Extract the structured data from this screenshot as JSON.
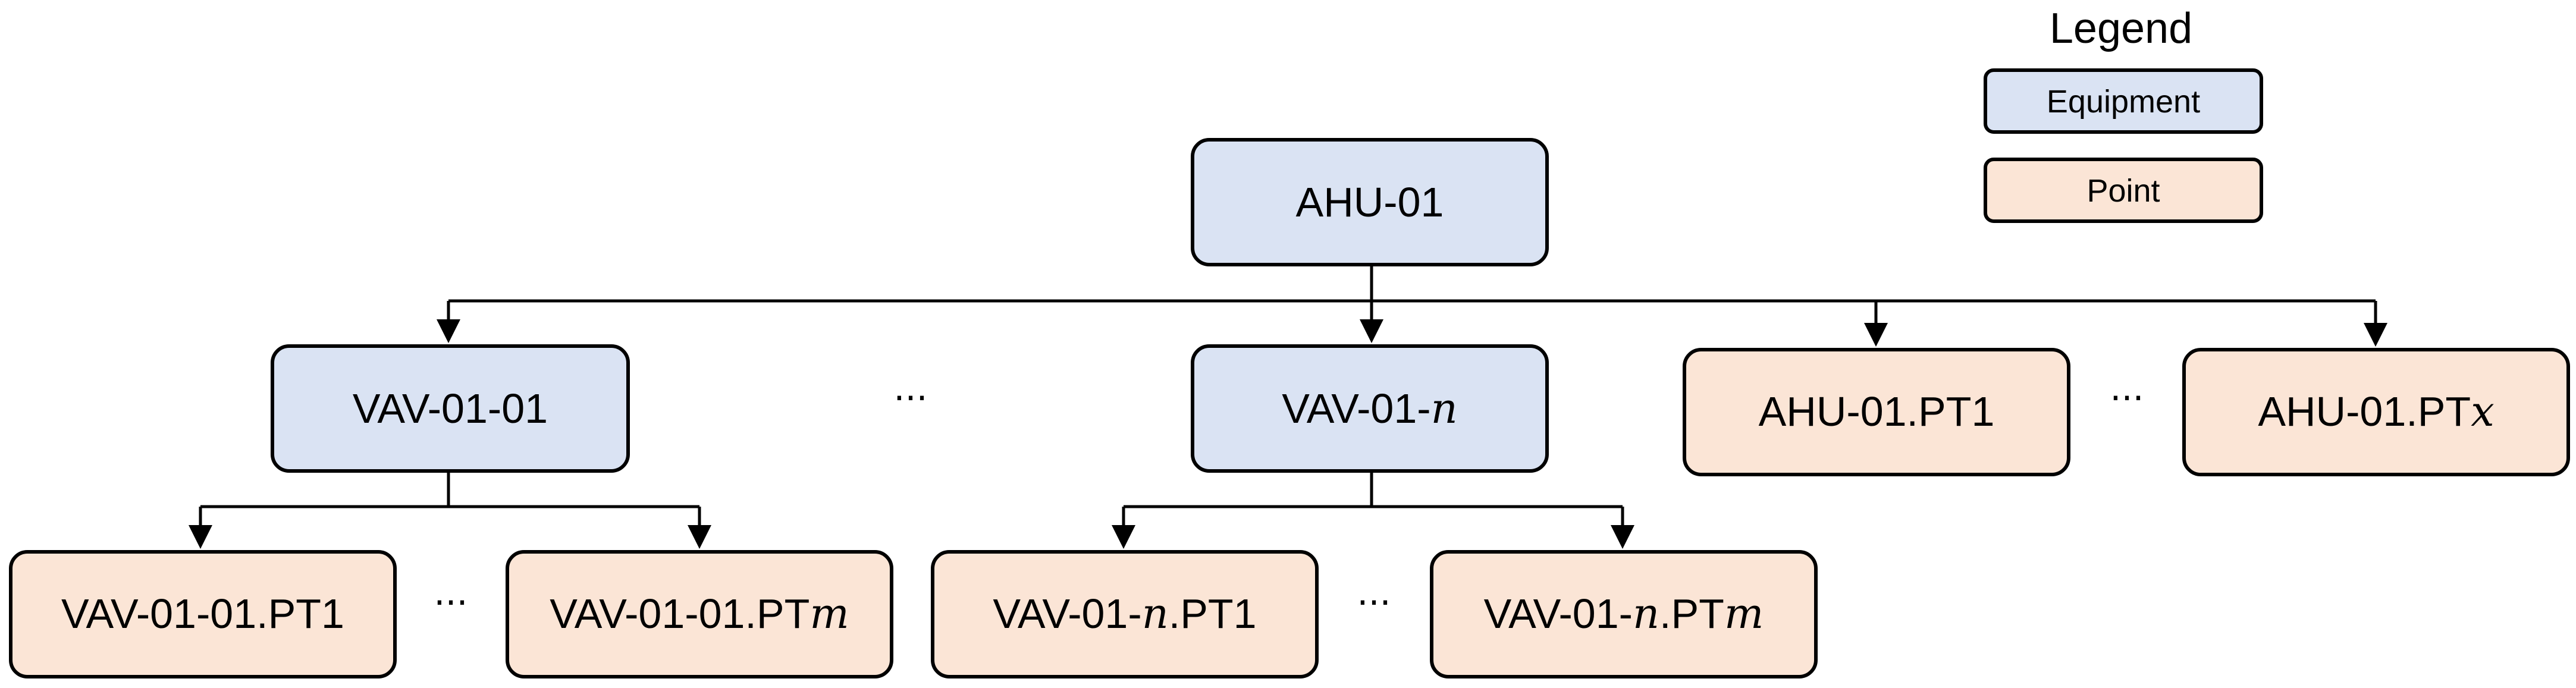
{
  "legend": {
    "title": "Legend",
    "equipment_label": "Equipment",
    "point_label": "Point"
  },
  "colors": {
    "equipment_fill": "#dae3f3",
    "point_fill": "#fbe5d6",
    "border": "#000000"
  },
  "nodes": {
    "ahu": {
      "text": "AHU-01",
      "kind": "equipment"
    },
    "vav_01_01": {
      "text": "VAV-01-01",
      "kind": "equipment"
    },
    "vav_01_n": {
      "prefix": "VAV-01-",
      "var": "n",
      "kind": "equipment"
    },
    "ahu_pt1": {
      "text": "AHU-01.PT1",
      "kind": "point"
    },
    "ahu_ptx": {
      "prefix": "AHU-01.PT",
      "var": "x",
      "kind": "point"
    },
    "vav_01_01_pt1": {
      "text": "VAV-01-01.PT1",
      "kind": "point"
    },
    "vav_01_01_ptm": {
      "prefix": "VAV-01-01.PT",
      "var": "m",
      "kind": "point"
    },
    "vav_01_n_pt1": {
      "prefix": "VAV-01-",
      "var": "n",
      "suffix": ".PT1",
      "kind": "point"
    },
    "vav_01_n_ptm": {
      "prefix": "VAV-01-",
      "var": "n",
      "mid": ".PT",
      "var2": "m",
      "kind": "point"
    }
  },
  "ellipsis": "···"
}
